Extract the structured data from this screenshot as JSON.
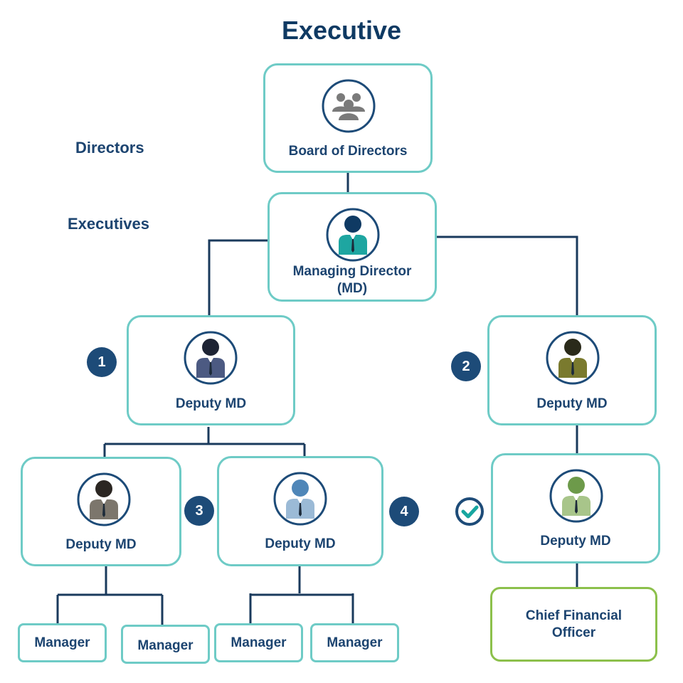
{
  "title": "Executive",
  "row_labels": {
    "directors": "Directors",
    "executives": "Executives"
  },
  "nodes": {
    "board": {
      "label": "Board of Directors",
      "icon": "group-icon"
    },
    "md": {
      "label": "Managing Director\n(MD)",
      "icon": "person-icon",
      "color": "#1ea6a1"
    },
    "dmd1": {
      "label": "Deputy MD",
      "icon": "person-icon",
      "color": "#4c5a82",
      "badge": "1"
    },
    "dmd2": {
      "label": "Deputy MD",
      "icon": "person-icon",
      "color": "#7a7a2e",
      "badge": "2"
    },
    "dmd3": {
      "label": "Deputy MD",
      "icon": "person-icon",
      "color": "#7c766c",
      "badge": "3"
    },
    "dmd4": {
      "label": "Deputy MD",
      "icon": "person-icon",
      "color": "#9bbad6",
      "badge": "4"
    },
    "dmd5": {
      "label": "Deputy MD",
      "icon": "person-icon",
      "color": "#a8c58a",
      "status": "check-icon"
    },
    "managers": [
      "Manager",
      "Manager",
      "Manager",
      "Manager"
    ],
    "cfo": {
      "label": "Chief Financial\nOfficer"
    }
  },
  "colors": {
    "title": "#0f3a63",
    "label": "#1c4470",
    "box_border": "#6ecbc6",
    "cfo_border": "#8cc04b",
    "badge": "#1d4b78",
    "connector": "#1a3a5c"
  }
}
